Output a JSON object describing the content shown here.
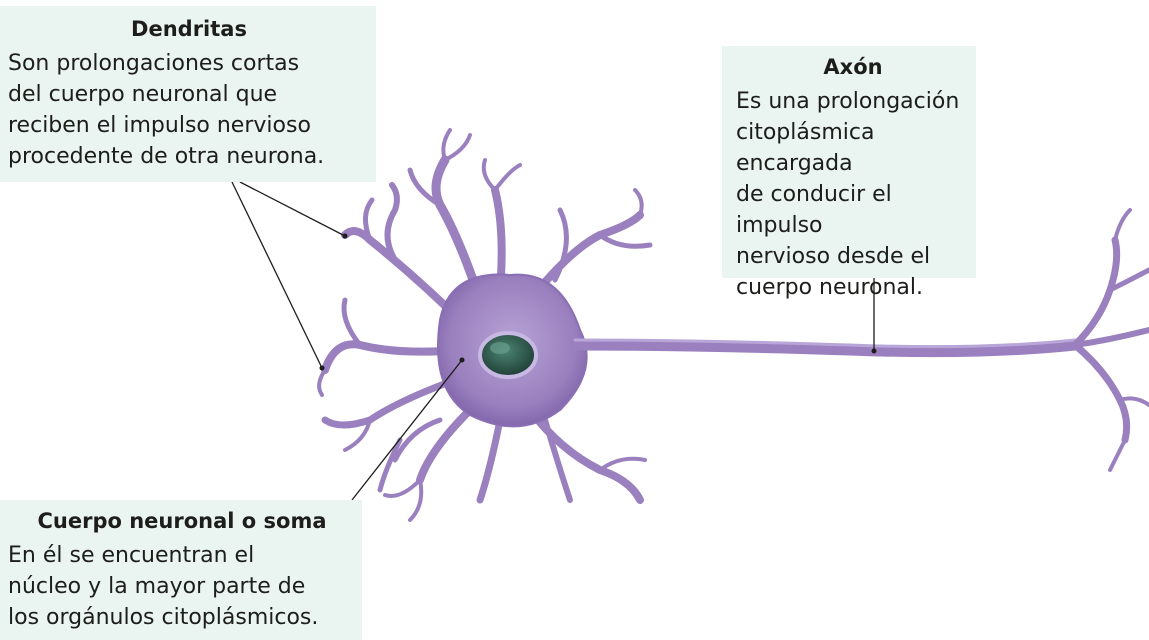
{
  "colors": {
    "label_background": "#eaf4f1",
    "neuron_membrane": "#9a80be",
    "neuron_dark": "#7a5ea6",
    "nucleus": "#2f5a4c",
    "leader_line": "#1d1d1b"
  },
  "labels": {
    "dendritas": {
      "title": "Dendritas",
      "text": "Son prolongaciones cortas\ndel cuerpo neuronal que\nreciben el impulso nervioso\nprocedente de otra neurona."
    },
    "axon": {
      "title": "Axón",
      "text": "Es una prolongación\ncitoplásmica encargada\nde conducir el impulso\nnervioso desde el\ncuerpo neuronal."
    },
    "soma": {
      "title": "Cuerpo neuronal o soma",
      "text": "En él se encuentran el\nnúcleo y la mayor parte de\nlos orgánulos citoplásmicos."
    }
  }
}
